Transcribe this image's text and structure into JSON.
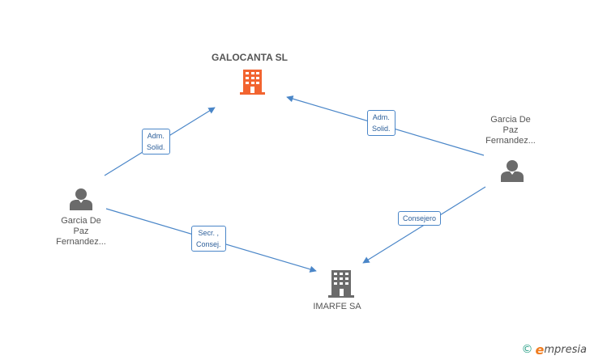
{
  "nodes": {
    "galocanta": {
      "label": "GALOCANTA SL",
      "icon": "building-icon",
      "color": "#f26430"
    },
    "imarfe": {
      "label": "IMARFE SA",
      "icon": "building-icon",
      "color": "#6b6b6b"
    },
    "person_left": {
      "label_lines": [
        "Garcia De",
        "Paz",
        "Fernandez..."
      ],
      "icon": "person-icon",
      "color": "#6b6b6b"
    },
    "person_right": {
      "label_lines": [
        "Garcia De",
        "Paz",
        "Fernandez..."
      ],
      "icon": "person-icon",
      "color": "#6b6b6b"
    }
  },
  "edges": {
    "left_to_galocanta": {
      "lines": [
        "Adm.",
        "Solid."
      ]
    },
    "right_to_galocanta": {
      "lines": [
        "Adm.",
        "Solid."
      ]
    },
    "left_to_imarfe": {
      "lines": [
        "Secr. ,",
        "Consej."
      ]
    },
    "right_to_imarfe": {
      "lines": [
        "Consejero"
      ]
    }
  },
  "colors": {
    "edge": "#4a86c8",
    "label_text": "#555555"
  },
  "footer": {
    "copyright_symbol": "©",
    "brand_e": "e",
    "brand_rest": "mpresia"
  }
}
